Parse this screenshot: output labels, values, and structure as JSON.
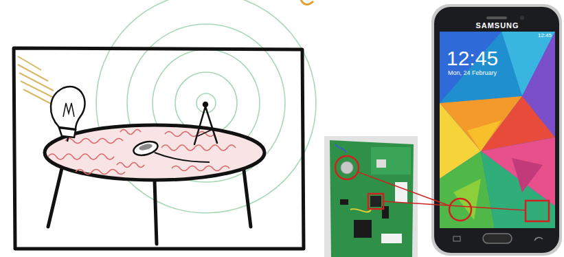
{
  "diagram": {
    "labels": [
      "SAMSUNG",
      "12:45",
      "12:45",
      "Mon, 24 February"
    ]
  }
}
